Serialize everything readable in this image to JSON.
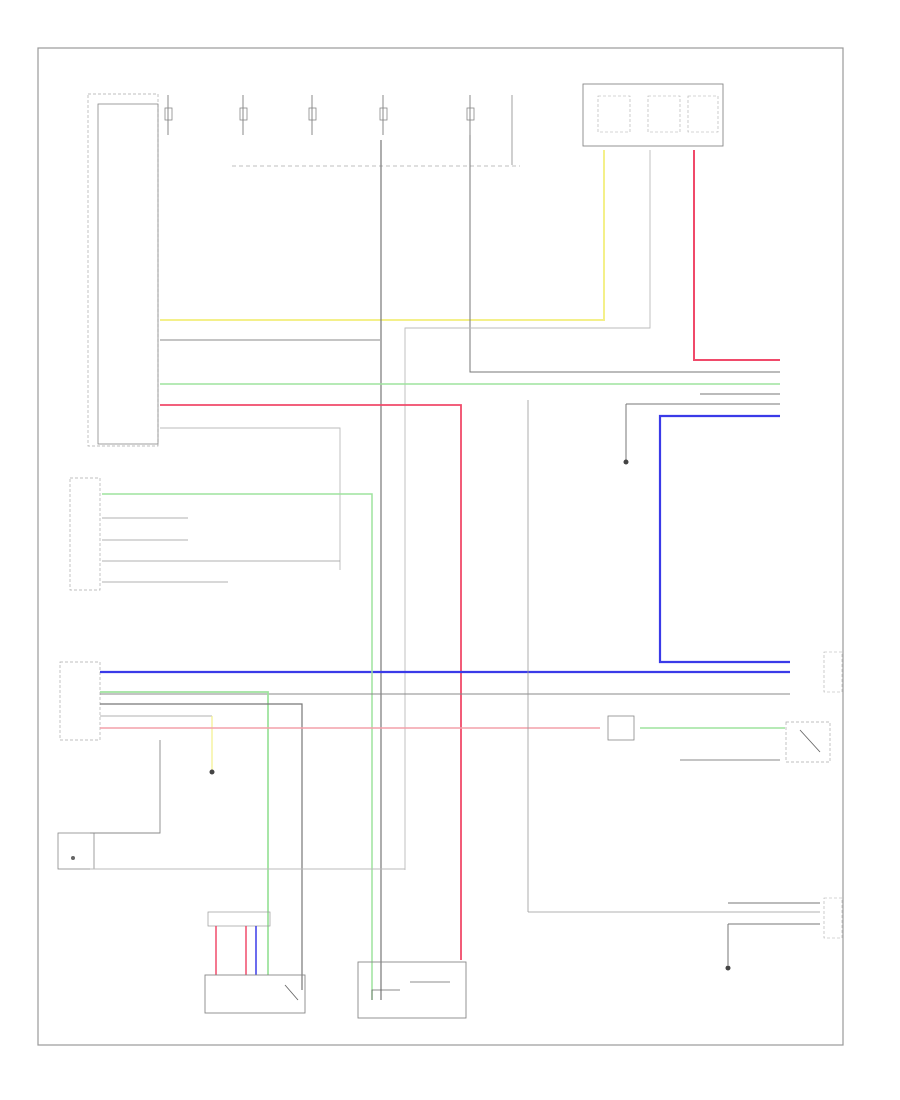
{
  "diagram": {
    "footer_code": "",
    "components": [
      {
        "id": "fuse-top-1",
        "label": ""
      },
      {
        "id": "fuse-top-2",
        "label": ""
      },
      {
        "id": "fuse-top-3",
        "label": ""
      },
      {
        "id": "fuse-top-4",
        "label": ""
      },
      {
        "id": "fuse-top-5",
        "label": ""
      },
      {
        "id": "relay-block",
        "label": ""
      },
      {
        "id": "main-body-ecu",
        "label": ""
      },
      {
        "id": "left-junction-block",
        "label": ""
      },
      {
        "id": "headlight-cleaner-relay",
        "label": ""
      },
      {
        "id": "headlight-cleaner-motor",
        "label": ""
      },
      {
        "id": "light-control-switch",
        "label": ""
      },
      {
        "id": "cleaner-switch",
        "label": ""
      },
      {
        "id": "right-connector",
        "label": ""
      },
      {
        "id": "ground-point",
        "label": ""
      }
    ],
    "wire_colors": {
      "yellow": "#f4f08a",
      "red": "#f04a6a",
      "green": "#9ee39e",
      "blue": "#3a3ae8",
      "gray": "#9a9a9a",
      "dark": "#555555"
    }
  }
}
